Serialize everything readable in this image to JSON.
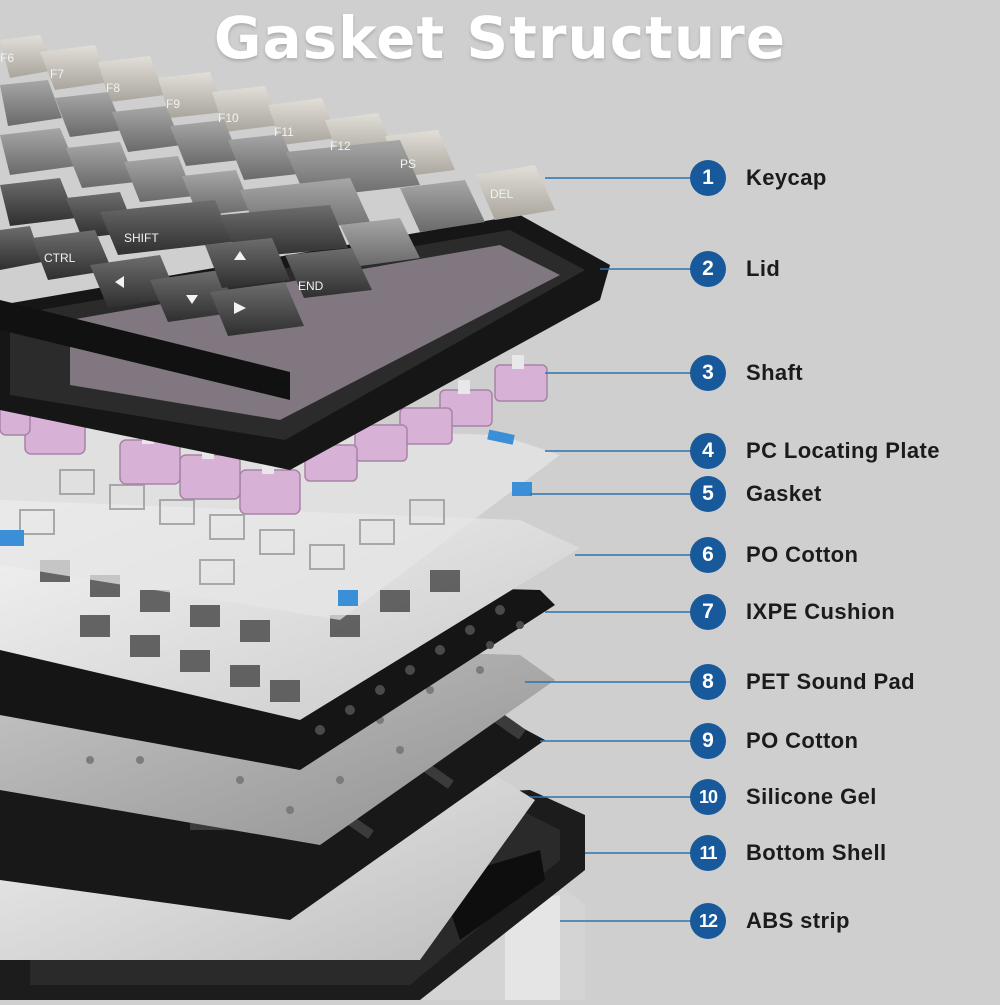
{
  "title": "Gasket Structure",
  "colors": {
    "background": "#cfcfcf",
    "badge": "#17599a",
    "leader": "#2e74ae"
  },
  "layers": [
    {
      "number": "1",
      "name": "Keycap"
    },
    {
      "number": "2",
      "name": "Lid"
    },
    {
      "number": "3",
      "name": "Shaft"
    },
    {
      "number": "4",
      "name": "PC Locating Plate"
    },
    {
      "number": "5",
      "name": "Gasket"
    },
    {
      "number": "6",
      "name": "PO Cotton"
    },
    {
      "number": "7",
      "name": "IXPE Cushion"
    },
    {
      "number": "8",
      "name": "PET Sound Pad"
    },
    {
      "number": "9",
      "name": "PO Cotton"
    },
    {
      "number": "10",
      "name": "Silicone Gel"
    },
    {
      "number": "11",
      "name": "Bottom Shell"
    },
    {
      "number": "12",
      "name": "ABS strip"
    }
  ],
  "keycap_legends": [
    "F6",
    "F7",
    "F8",
    "F9",
    "F10",
    "F11",
    "F12",
    "PS",
    "DEL",
    "SHIFT",
    "CTRL",
    "END"
  ]
}
